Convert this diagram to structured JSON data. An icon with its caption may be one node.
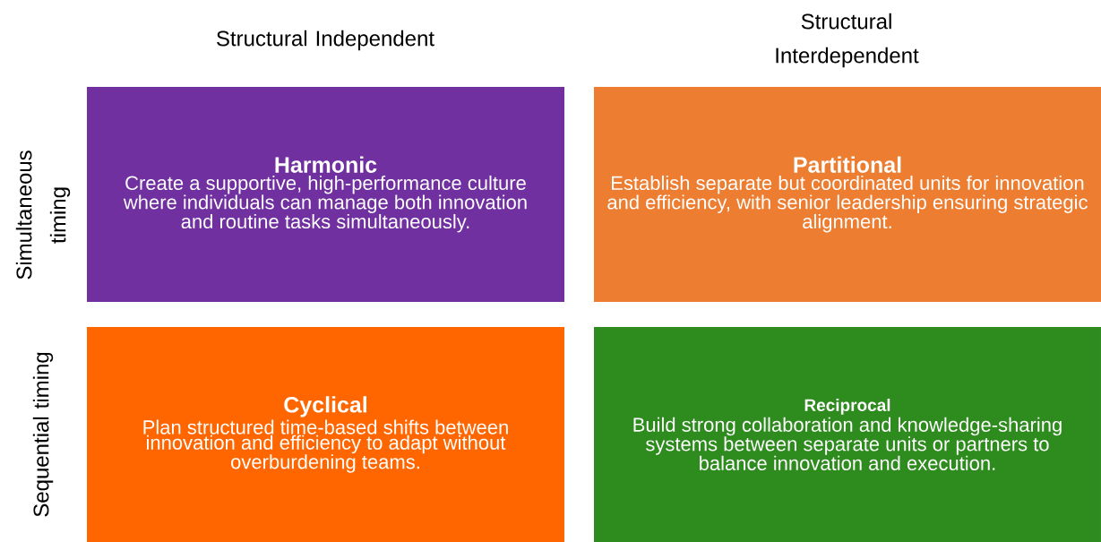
{
  "diagram": {
    "nodes": [
      {
        "text": [
          "Harmonic",
          "Create a supportive, high-performance culture where individuals can manage both innovation and routine tasks simultaneously."
        ]
      },
      {
        "text": [
          "Partitional",
          "Establish separate but coordinated units for innovation and efficiency, with senior leadership ensuring strategic alignment."
        ]
      },
      {
        "text": [
          "Cyclical",
          "Plan structured time-based shifts between innovation and efficiency to adapt without overburdening teams."
        ]
      },
      {
        "text": [
          "Reciprocal",
          "Build strong collaboration and knowledge-sharing systems between separate units or partners to balance innovation and execution."
        ]
      }
    ],
    "labels": [
      "Structural Independent",
      "Structural Interdependent",
      "Simultaneous timing",
      "Sequential timing"
    ]
  }
}
